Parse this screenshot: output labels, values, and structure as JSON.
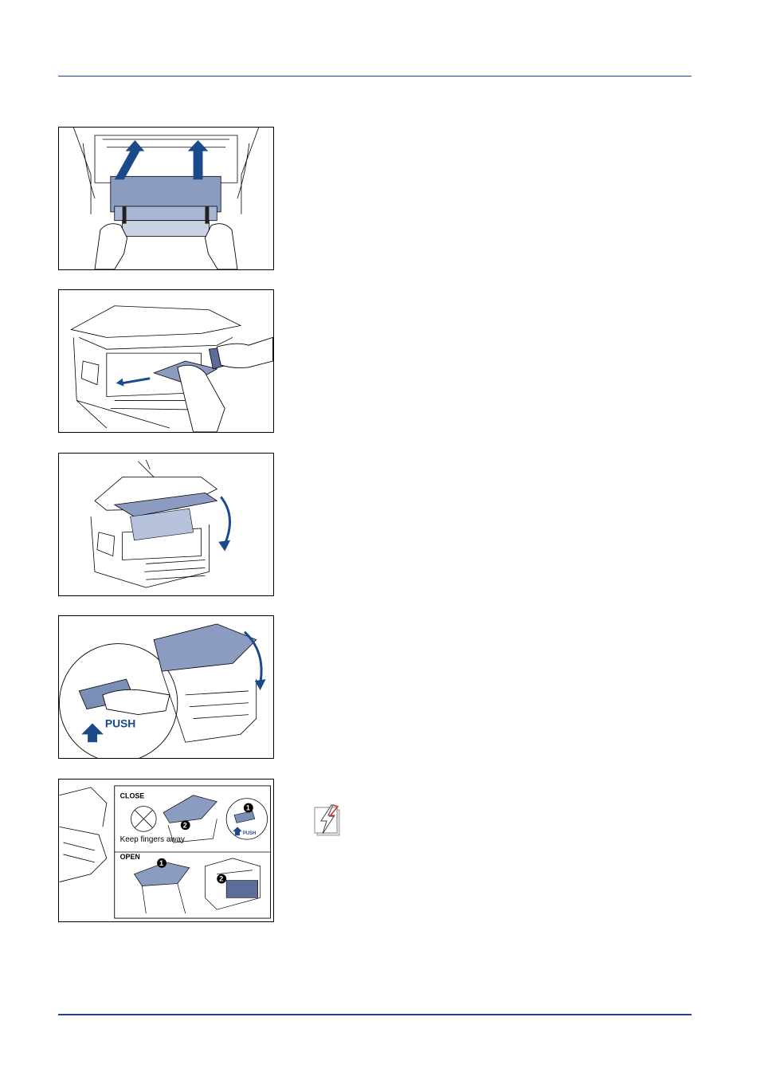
{
  "figures": {
    "step4": {
      "push_label": "PUSH"
    },
    "step5": {
      "close_label": "CLOSE",
      "keep_fingers_label": "Keep fingers away",
      "push_small_label": "PUSH",
      "open_label": "OPEN",
      "callout_1": "1",
      "callout_2": "2"
    }
  },
  "icons": {
    "warning": "lightning-warning-icon"
  },
  "colors": {
    "rule": "#1f3f8f",
    "accent": "#1a4a8a",
    "fill": "#7a8fb5"
  }
}
